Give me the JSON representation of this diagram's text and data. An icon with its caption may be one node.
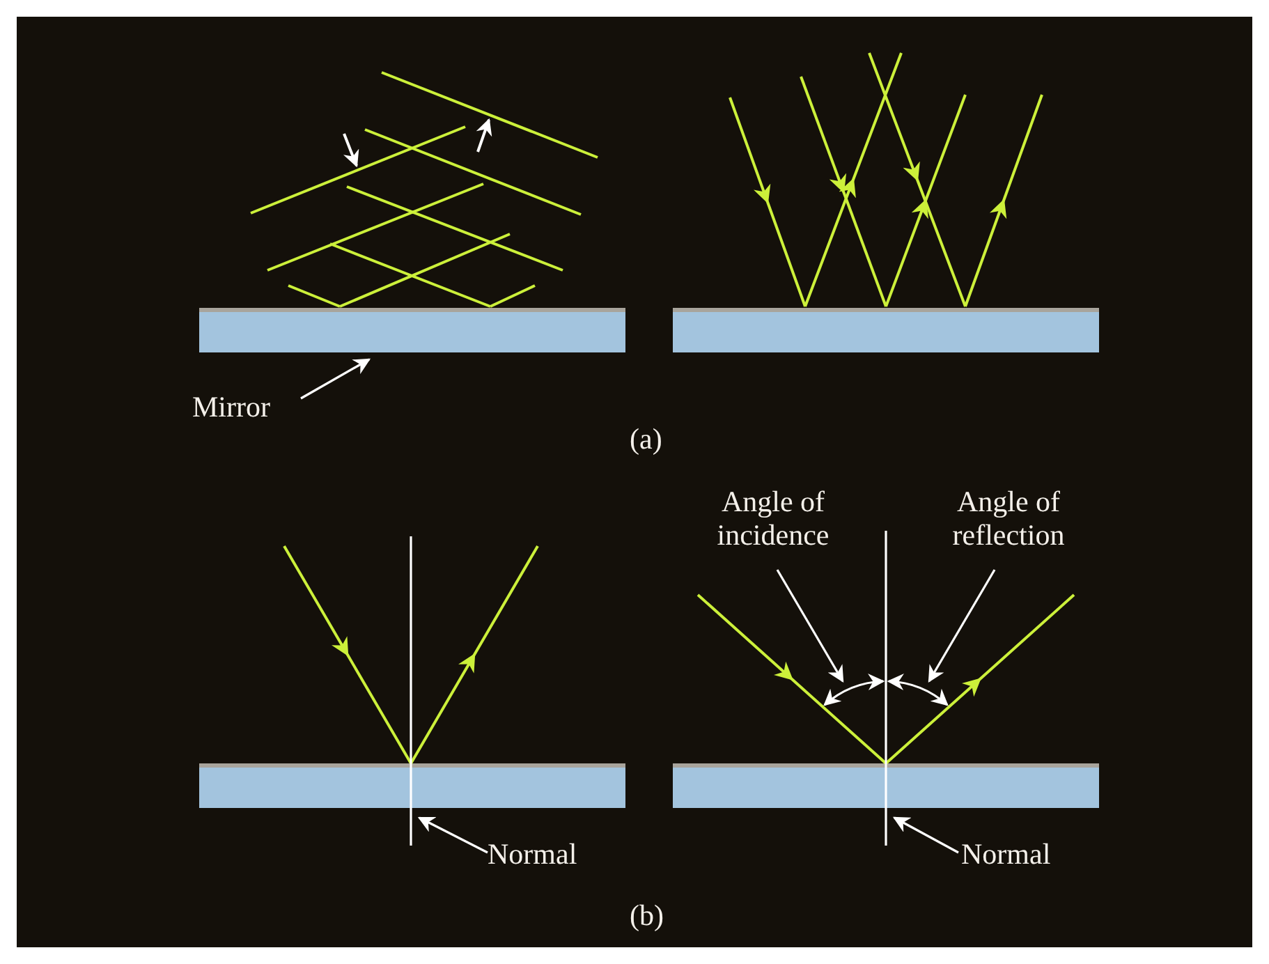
{
  "diagram": {
    "nodes": [
      {
        "text": [
          "Mirror"
        ]
      },
      {
        "text": [],
        "shape": "bar"
      },
      {
        "text": [
          "Normal"
        ]
      },
      {
        "text": [],
        "shape": "line"
      },
      {
        "text": [
          "Angle of incidence"
        ]
      },
      {
        "text": [],
        "shape": "arc"
      },
      {
        "text": [
          "Angle of reflection"
        ]
      },
      {
        "text": [],
        "shape": "arc"
      },
      {
        "text": [
          "Normal"
        ]
      },
      {
        "text": [],
        "shape": "line"
      },
      {
        "text": [],
        "shape": "bar"
      },
      {
        "text": [],
        "shape": "bar"
      },
      {
        "text": [],
        "shape": "bar"
      }
    ],
    "edges": [
      {
        "from": 0,
        "to": 1,
        "arrow": "to"
      },
      {
        "from": 2,
        "to": 3,
        "arrow": "to"
      },
      {
        "from": 4,
        "to": 5,
        "arrow": "to"
      },
      {
        "from": 6,
        "to": 7,
        "arrow": "to"
      },
      {
        "from": 8,
        "to": 9,
        "arrow": "to"
      }
    ],
    "labels": [
      "(a)",
      "(b)"
    ]
  }
}
